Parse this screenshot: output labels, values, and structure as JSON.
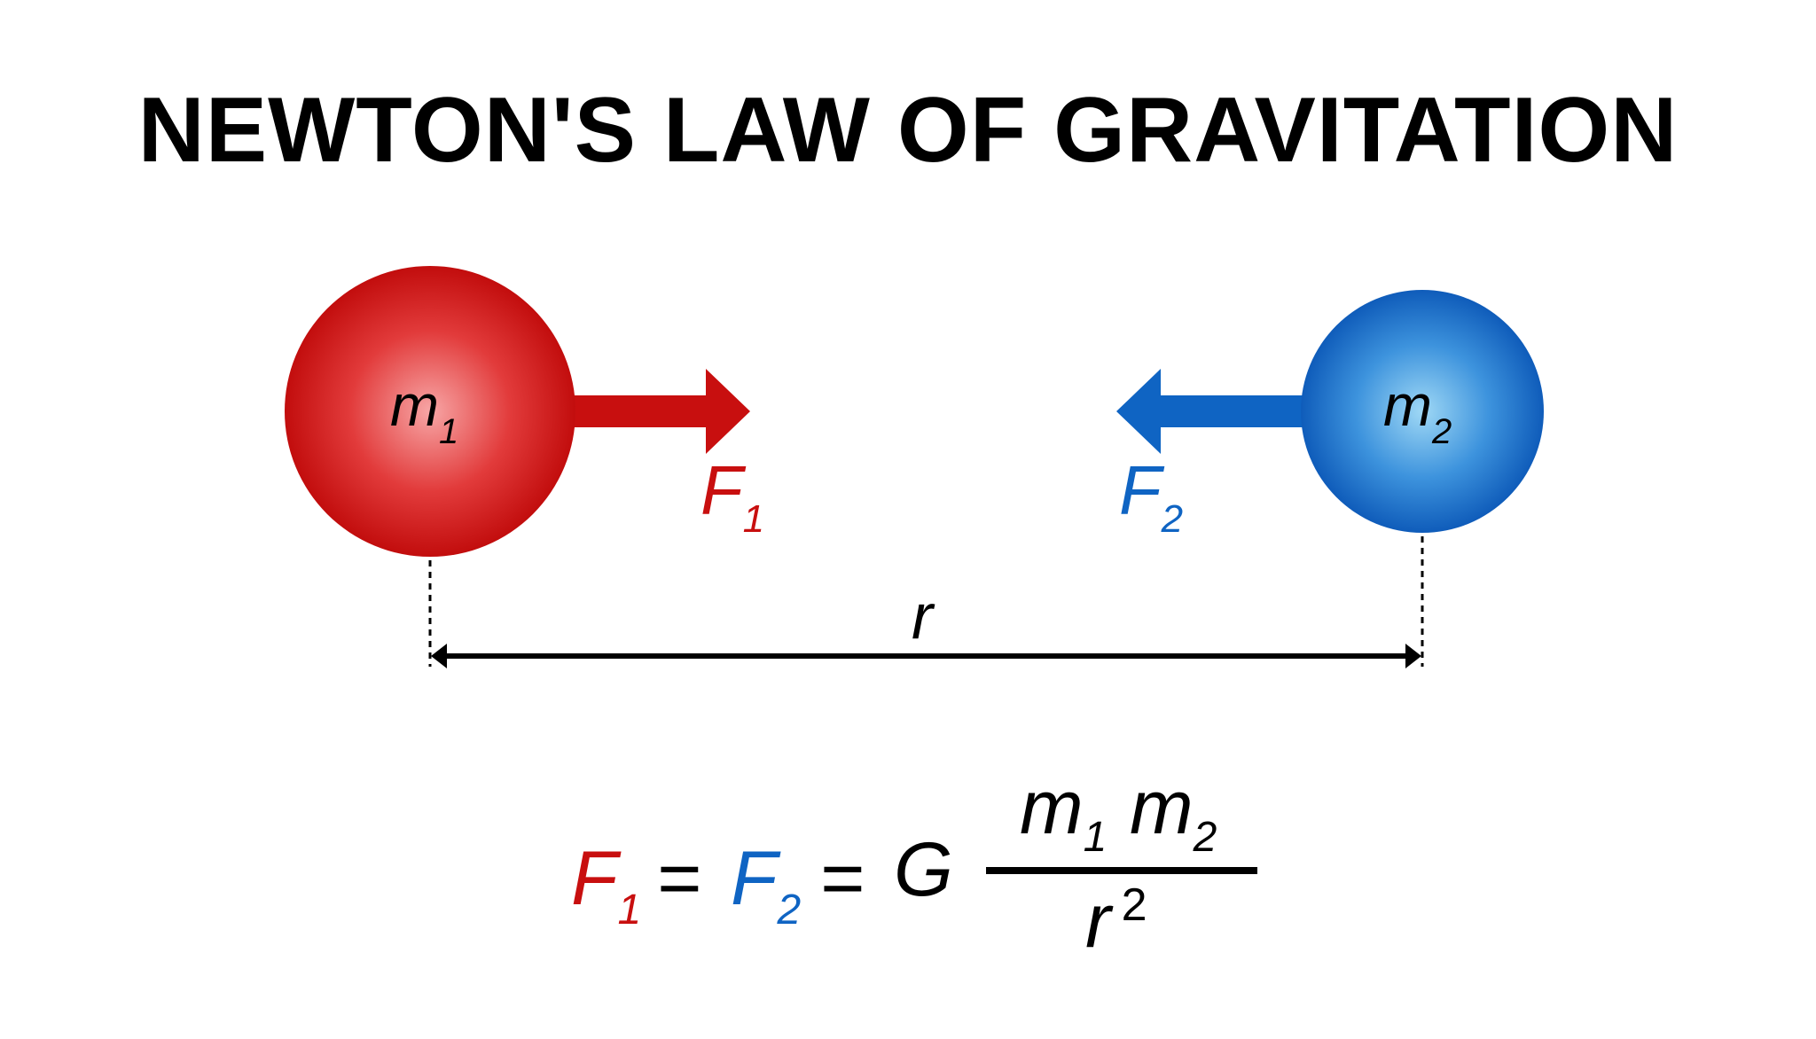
{
  "title": "NEWTON'S LAW OF GRAVITATION",
  "colors": {
    "mass1": "#c80f0f",
    "mass2": "#0f64c3",
    "text": "#000000"
  },
  "diagram": {
    "mass1": {
      "symbol": "m",
      "subscript": "1"
    },
    "mass2": {
      "symbol": "m",
      "subscript": "2"
    },
    "force1": {
      "symbol": "F",
      "subscript": "1"
    },
    "force2": {
      "symbol": "F",
      "subscript": "2"
    },
    "distance_label": "r"
  },
  "formula": {
    "f1": {
      "symbol": "F",
      "subscript": "1"
    },
    "eq1": "=",
    "f2": {
      "symbol": "F",
      "subscript": "2"
    },
    "eq2": "=",
    "constant": "G",
    "num_m1": {
      "symbol": "m",
      "subscript": "1"
    },
    "num_m2": {
      "symbol": "m",
      "subscript": "2"
    },
    "den": {
      "symbol": "r",
      "superscript": "2"
    }
  }
}
